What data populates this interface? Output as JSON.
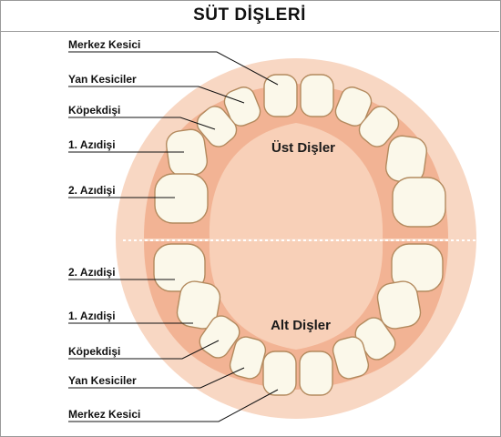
{
  "title": "SÜT DİŞLERİ",
  "upper_label": "Üst Dişler",
  "lower_label": "Alt Dişler",
  "upper_teeth_labels": [
    "Merkez Kesici",
    "Yan Kesiciler",
    "Köpekdişi",
    "1. Azıdişi",
    "2. Azıdişi"
  ],
  "lower_teeth_labels": [
    "2. Azıdişi",
    "1. Azıdişi",
    "Köpekdişi",
    "Yan Kesiciler",
    "Merkez Kesici"
  ],
  "colors": {
    "face": "#f8d7c3",
    "gum": "#f2b394",
    "palate": "#f8d0b8",
    "tooth_fill": "#fbf8ea",
    "tooth_stroke": "#b38a5e",
    "divider": "#ffffff"
  }
}
